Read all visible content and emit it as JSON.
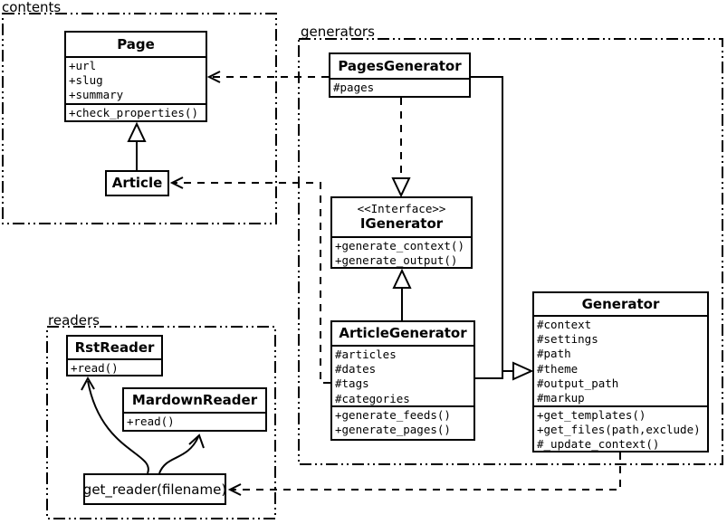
{
  "packages": {
    "contents": {
      "label": "contents"
    },
    "generators": {
      "label": "generators"
    },
    "readers": {
      "label": "readers"
    }
  },
  "classes": [
    {
      "name": "Page",
      "attributes": [
        "+url",
        "+slug",
        "+summary"
      ],
      "methods": [
        "+check_properties()"
      ]
    },
    {
      "name": "PagesGenerator",
      "attributes": [
        "#pages"
      ],
      "methods": []
    },
    {
      "stereotype": "<<Interface>>",
      "name": "IGenerator",
      "attributes": [],
      "methods": [
        "+generate_context()",
        "+generate_output()"
      ]
    },
    {
      "name": "ArticleGenerator",
      "attributes": [
        "#articles",
        "#dates",
        "#tags",
        "#categories"
      ],
      "methods": [
        "+generate_feeds()",
        "+generate_pages()"
      ]
    },
    {
      "name": "Generator",
      "attributes": [
        "#context",
        "#settings",
        "#path",
        "#theme",
        "#output_path",
        "#markup"
      ],
      "methods": [
        "+get_templates()",
        "+get_files(path,exclude)",
        "#_update_context()"
      ]
    },
    {
      "name": "Article",
      "attributes": [],
      "methods": []
    },
    {
      "name": "RstReader",
      "attributes": [],
      "methods": [
        "+read()"
      ]
    },
    {
      "name": "MardownReader",
      "attributes": [],
      "methods": [
        "+read()"
      ]
    }
  ],
  "nodes": {
    "get_reader": {
      "label": "get_reader(filename)"
    }
  },
  "colors": {
    "ink": "#000000",
    "paper": "#ffffff"
  }
}
